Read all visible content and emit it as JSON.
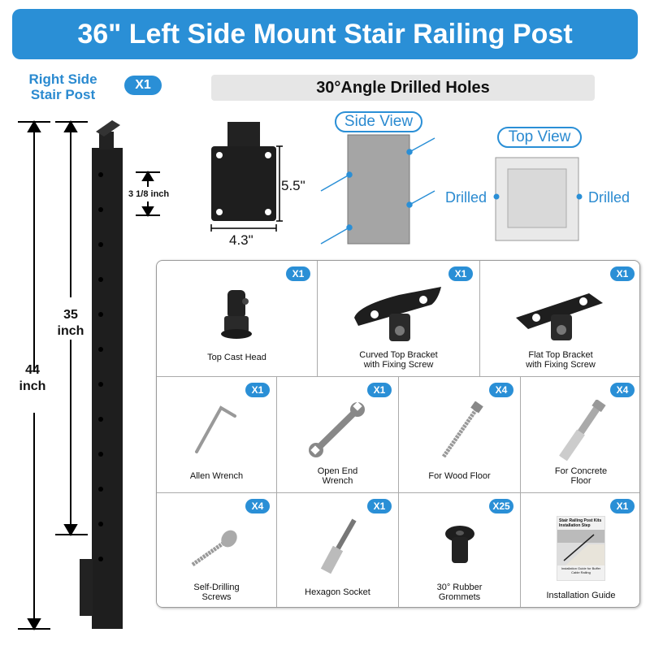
{
  "title": "36\" Left Side Mount Stair Railing Post",
  "post": {
    "label_line1": "Right Side",
    "label_line2": "Stair Post",
    "qty": "X1",
    "spacing": "3 1/8 inch",
    "height_inner_num": "35",
    "height_inner_unit": "inch",
    "height_outer_num": "44",
    "height_outer_unit": "inch"
  },
  "drill": {
    "banner": "30°Angle Drilled Holes",
    "plate_height": "5.5\"",
    "plate_width": "4.3\"",
    "side_view": "Side View",
    "top_view": "Top View",
    "drilled_left": "Drilled",
    "drilled_right": "Drilled"
  },
  "parts": [
    {
      "qty": "X1",
      "line1": "Top Cast Head",
      "line2": ""
    },
    {
      "qty": "X1",
      "line1": "Curved Top Bracket",
      "line2": "with Fixing Screw"
    },
    {
      "qty": "X1",
      "line1": "Flat Top Bracket",
      "line2": "with Fixing Screw"
    },
    {
      "qty": "X1",
      "line1": "Allen Wrench",
      "line2": ""
    },
    {
      "qty": "X1",
      "line1": "Open End",
      "line2": "Wrench"
    },
    {
      "qty": "X4",
      "line1": "For Wood Floor",
      "line2": ""
    },
    {
      "qty": "X4",
      "line1": "For Concrete",
      "line2": "Floor"
    },
    {
      "qty": "X4",
      "line1": "Self-Drilling",
      "line2": "Screws"
    },
    {
      "qty": "X1",
      "line1": "Hexagon Socket",
      "line2": ""
    },
    {
      "qty": "X25",
      "line1": "30° Rubber",
      "line2": "Grommets"
    },
    {
      "qty": "X1",
      "line1": "Installation Guide",
      "line2": ""
    }
  ],
  "guide_cover": {
    "title_line1": "Stair Railing Post Kits",
    "title_line2": "Installation Step",
    "footer": "Installation Guide for Buffer Cable Railing"
  },
  "colors": {
    "accent": "#2a8fd6"
  }
}
